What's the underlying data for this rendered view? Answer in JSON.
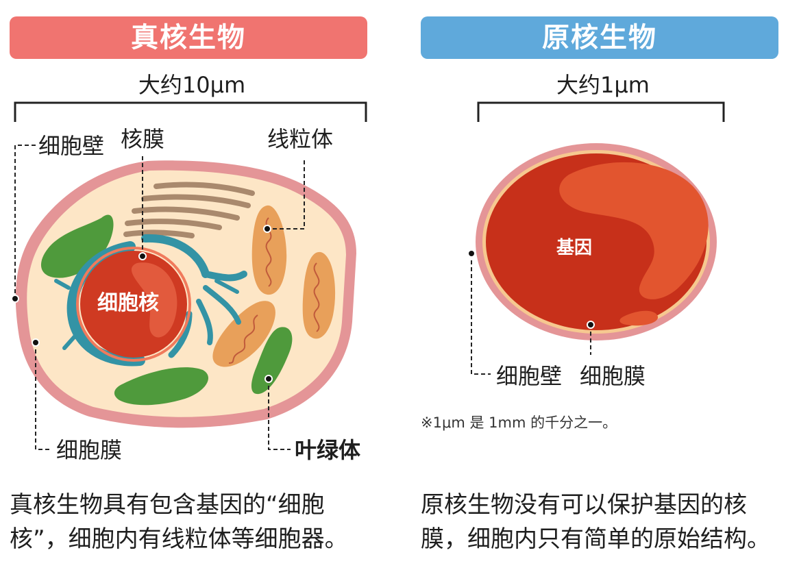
{
  "eukaryote": {
    "title": "真核生物",
    "size": "大约10μm",
    "labels": {
      "cell_wall": "细胞壁",
      "nuclear_membrane": "核膜",
      "mitochondria": "线粒体",
      "nucleus": "细胞核",
      "cell_membrane": "细胞膜",
      "chloroplast": "叶绿体"
    },
    "description_line1": "真核生物具有包含基因的“细胞",
    "description_line2": "核”，细胞内有线粒体等细胞器。"
  },
  "prokaryote": {
    "title": "原核生物",
    "size": "大约1μm",
    "labels": {
      "gene": "基因",
      "cell_wall": "细胞壁",
      "cell_membrane": "细胞膜"
    },
    "note": "※1μm 是 1mm 的千分之一。",
    "description_line1": "原核生物没有可以保护基因的核",
    "description_line2": "膜，细胞内只有简单的原始结构。"
  },
  "colors": {
    "eukaryote_header": "#f07470",
    "prokaryote_header": "#5fa9db",
    "cell_wall": "#e49597",
    "cytoplasm": "#fde6c6",
    "nucleus": "#cf3a22",
    "er": "#3393a5",
    "chloroplast": "#4f9a3c",
    "mitochondria": "#e8a05a",
    "golgi": "#a9896d",
    "bacteria_body": "#c7301a"
  }
}
